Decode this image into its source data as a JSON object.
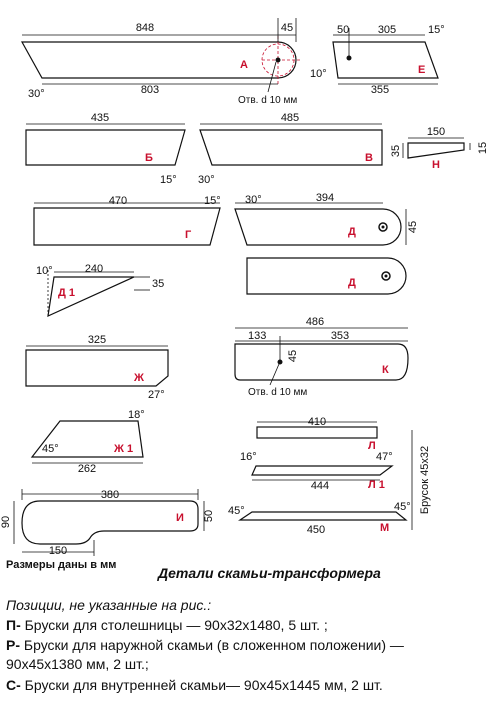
{
  "parts": {
    "A": {
      "label": "А",
      "top": "848",
      "right": "45",
      "bottom": "803",
      "angle": "30°",
      "hole": "Отв. d 10 мм"
    },
    "E": {
      "label": "Е",
      "left": "50",
      "top": "305",
      "angle_top": "15°",
      "bottom": "355",
      "angle_left": "10°"
    },
    "B": {
      "label": "Б",
      "top": "435",
      "angle": "15°"
    },
    "V": {
      "label": "В",
      "top": "485",
      "angle": "30°"
    },
    "N": {
      "label": "Н",
      "top": "150",
      "left": "35",
      "right": "15"
    },
    "G": {
      "label": "Г",
      "top": "470",
      "angle": "15°"
    },
    "D": {
      "label": "Д",
      "top": "394",
      "angle": "30°",
      "right": "45"
    },
    "D2": {
      "label": "Д"
    },
    "D1": {
      "label": "Д 1",
      "top": "240",
      "angle": "10°",
      "right": "35"
    },
    "K": {
      "label": "К",
      "total": "486",
      "left": "133",
      "right": "353",
      "height": "45",
      "hole": "Отв. d 10 мм"
    },
    "ZH": {
      "label": "Ж",
      "top": "325",
      "angle": "27°"
    },
    "ZH1": {
      "label": "Ж 1",
      "angle_top": "18°",
      "angle_left": "45°",
      "bottom": "262"
    },
    "L": {
      "label": "Л",
      "top": "410"
    },
    "L1": {
      "label": "Л 1",
      "angle_left": "16°",
      "bottom": "444",
      "angle_right": "47°"
    },
    "M": {
      "label": "М",
      "angle_left": "45°",
      "angle_right": "45°",
      "bottom": "450"
    },
    "I": {
      "label": "И",
      "top": "380",
      "left": "90",
      "right": "50",
      "bottom": "150"
    }
  },
  "brusok": "Брусок 45х32",
  "caption": "Размеры даны в мм",
  "title": "Детали скамьи-трансформера",
  "notes": {
    "heading": "Позиции, не указанные на рис.:",
    "items": [
      {
        "key": "П-",
        "text": " Бруски для столешницы — 90х32х1480, 5 шт. ;"
      },
      {
        "key": "Р-",
        "text": " Бруски для наружной скамьи (в сложенном положении) —"
      },
      {
        "key": "",
        "text": "90х45х1380 мм, 2 шт.;"
      },
      {
        "key": "С-",
        "text": " Бруски для внутренней скамьи— 90х45х1445 мм, 2 шт."
      }
    ]
  }
}
